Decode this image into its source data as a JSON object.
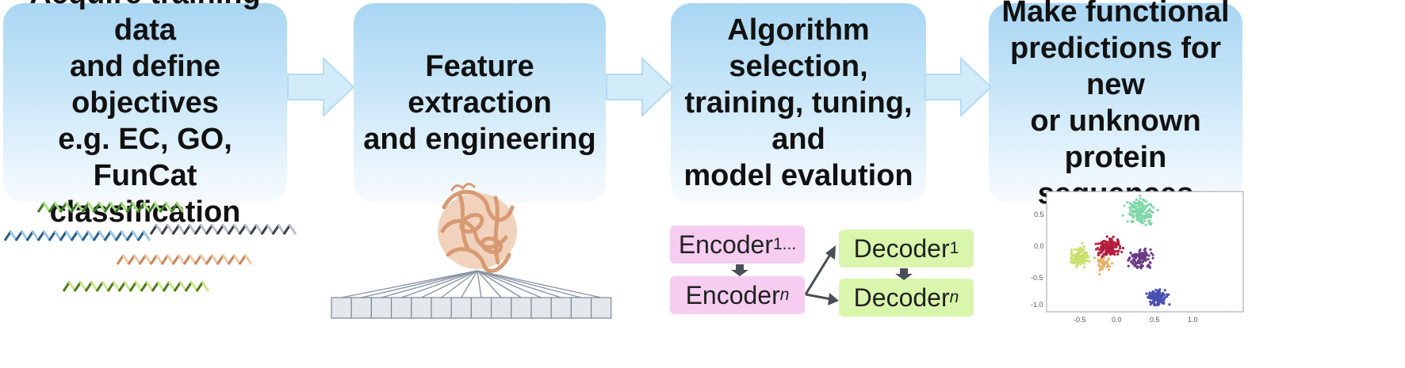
{
  "steps": [
    {
      "lines": [
        "Acquire training data",
        "and define objectives",
        "e.g. EC, GO, FunCat",
        "classification"
      ]
    },
    {
      "lines": [
        "Feature extraction",
        "and engineering"
      ]
    },
    {
      "lines": [
        "Algorithm selection,",
        "training, tuning, and",
        "model evalution"
      ]
    },
    {
      "lines": [
        "Make functional",
        "predictions for new",
        "or unknown protein",
        "sequences"
      ]
    }
  ],
  "model": {
    "encoder_first": {
      "base": "Encoder",
      "sub": "1..."
    },
    "encoder_last": {
      "base": "Encoder",
      "sub": "n"
    },
    "decoder_first": {
      "base": "Decoder",
      "sub": "1"
    },
    "decoder_last": {
      "base": "Decoder",
      "sub": "n"
    }
  },
  "scatter": {
    "x_ticks": [
      "-0.5",
      "0.0",
      "0.5",
      "1.0"
    ],
    "y_ticks": [
      "0.5",
      "0.0",
      "-0.5",
      "-1.0"
    ],
    "cluster_colors": [
      "#7fd8a8",
      "#c8e06c",
      "#e6b26a",
      "#b41c3c",
      "#4a4fb0"
    ]
  },
  "colors": {
    "step_box": "#bfe0f5",
    "arrow": "#d3ecfa",
    "encoder_box": "#f6cdf0",
    "decoder_box": "#d9f6ac",
    "flow_arrow": "#4a4f57",
    "protein": "#d89a72"
  }
}
